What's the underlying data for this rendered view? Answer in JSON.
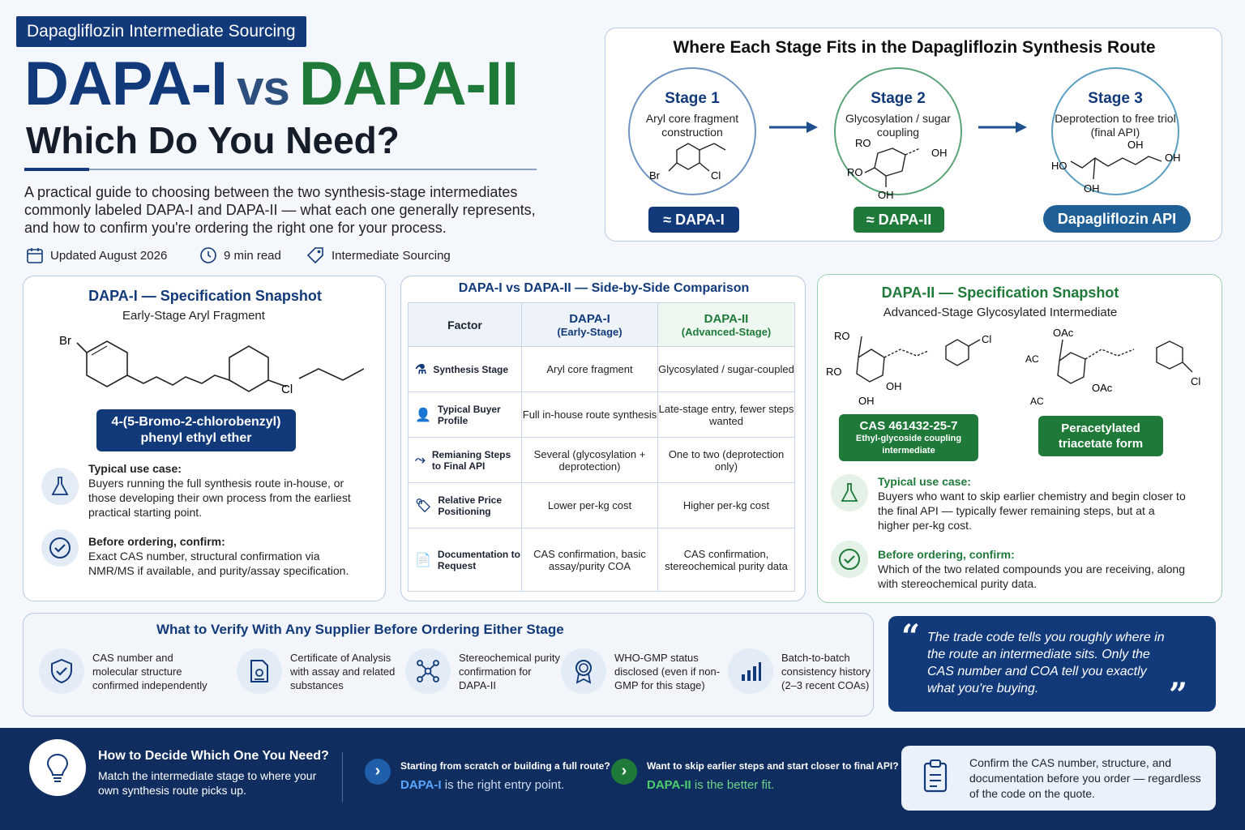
{
  "header": {
    "tag": "Dapagliflozin Intermediate Sourcing",
    "title_a": "DAPA-I",
    "title_vs": "vs",
    "title_b": "DAPA-II",
    "subtitle": "Which Do You Need?",
    "intro": "A practical guide to choosing between the two synthesis-stage intermediates commonly labeled DAPA-I and DAPA-II — what each one generally represents, and how to confirm you're ordering the right one for your process.",
    "meta": {
      "updated": "Updated August 2026",
      "read": "9 min read",
      "category": "Intermediate Sourcing"
    }
  },
  "route": {
    "title": "Where Each Stage Fits in the Dapagliflozin Synthesis Route",
    "stages": [
      {
        "title": "Stage 1",
        "desc": "Aryl core fragment construction",
        "pill": "≈ DAPA-I",
        "atoms": [
          "Br",
          "Cl"
        ]
      },
      {
        "title": "Stage 2",
        "desc": "Glycosylation / sugar coupling",
        "pill": "≈ DAPA-II",
        "atoms": [
          "RO",
          "RO",
          "OH",
          "OH"
        ]
      },
      {
        "title": "Stage 3",
        "desc": "Deprotection to free triol (final API)",
        "pill": "Dapagliflozin API",
        "atoms": [
          "HO",
          "OH",
          "OH",
          "OH"
        ]
      }
    ],
    "colors": {
      "stage1": "#123a7a",
      "stage2": "#1f7a3a",
      "stage3": "#1f5f96"
    }
  },
  "dapa1": {
    "title": "DAPA-I — Specification Snapshot",
    "subtitle": "Early-Stage Aryl Fragment",
    "atoms": [
      "Br",
      "Cl"
    ],
    "name": "4-(5-Bromo-2-chlorobenzyl) phenyl ethyl ether",
    "use_title": "Typical use case:",
    "use_text": "Buyers running the full synthesis route in-house, or those developing their own process from the earliest practical starting point.",
    "confirm_title": "Before ordering, confirm:",
    "confirm_text": "Exact CAS number, structural confirmation via NMR/MS if available, and purity/assay specification."
  },
  "comparison": {
    "title": "DAPA-I vs DAPA-II — Side-by-Side Comparison",
    "headers": {
      "factor": "Factor",
      "a": "DAPA-I",
      "a_sub": "(Early-Stage)",
      "b": "DAPA-II",
      "b_sub": "(Advanced-Stage)"
    },
    "rows": [
      {
        "factor": "Synthesis Stage",
        "a": "Aryl core fragment",
        "b": "Glycosylated / sugar-coupled"
      },
      {
        "factor": "Typical Buyer Profile",
        "a": "Full in-house route synthesis",
        "b": "Late-stage entry, fewer steps wanted"
      },
      {
        "factor": "Remianing Steps to Final API",
        "a": "Several (glycosylation + deprotection)",
        "b": "One to two (deprotection only)"
      },
      {
        "factor": "Relative Price Positioning",
        "a": "Lower per-kg cost",
        "b": "Higher per-kg cost"
      },
      {
        "factor": "Documentation to Request",
        "a": "CAS confirmation, basic assay/purity COA",
        "b": "CAS confirmation, stereochemical purity data"
      }
    ]
  },
  "dapa2": {
    "title": "DAPA-II — Specification Snapshot",
    "subtitle": "Advanced-Stage Glycosylated Intermediate",
    "atoms_left": [
      "RO",
      "RO",
      "OH",
      "OH",
      "Cl"
    ],
    "atoms_right": [
      "OAc",
      "AC",
      "OAc",
      "AC",
      "Cl"
    ],
    "cas_pill": "CAS 461432-25-7",
    "cas_sub": "Ethyl-glycoside coupling intermediate",
    "form_pill": "Peracetylated triacetate form",
    "use_title": "Typical use case:",
    "use_text": "Buyers who want to skip earlier chemistry and begin closer to the final API — typically fewer remaining steps, but at a higher per-kg cost.",
    "confirm_title": "Before ordering, confirm:",
    "confirm_text": "Which of the two related compounds you are receiving, along with stereochemical purity data."
  },
  "verify": {
    "title": "What to Verify With Any Supplier Before Ordering Either Stage",
    "items": [
      {
        "icon": "shield-check-icon",
        "text": "CAS number and molecular structure confirmed independently"
      },
      {
        "icon": "certificate-icon",
        "text": "Certificate of Analysis with assay and related substances"
      },
      {
        "icon": "molecule-icon",
        "text": "Stereochemical purity confirmation for DAPA-II"
      },
      {
        "icon": "badge-icon",
        "text": "WHO-GMP status disclosed (even if non-GMP for this stage)"
      },
      {
        "icon": "bar-chart-icon",
        "text": "Batch-to-batch consistency history (2–3 recent COAs)"
      }
    ]
  },
  "quote": {
    "text": "The trade code tells you roughly where in the route an intermediate sits. Only the CAS number and COA tell you exactly what you're buying."
  },
  "footer": {
    "title": "How to Decide Which One You Need?",
    "text": "Match the intermediate stage to where your own synthesis route picks up.",
    "opt1_q": "Starting from scratch or building a full route?",
    "opt1_code": "DAPA-I",
    "opt1_a": "is the right entry point.",
    "opt2_q": "Want to skip earlier steps and start closer to final API?",
    "opt2_code": "DAPA-II",
    "opt2_a": "is the better fit.",
    "note": "Confirm the CAS number, structure, and documentation before you order — regardless of the code on the quote."
  }
}
